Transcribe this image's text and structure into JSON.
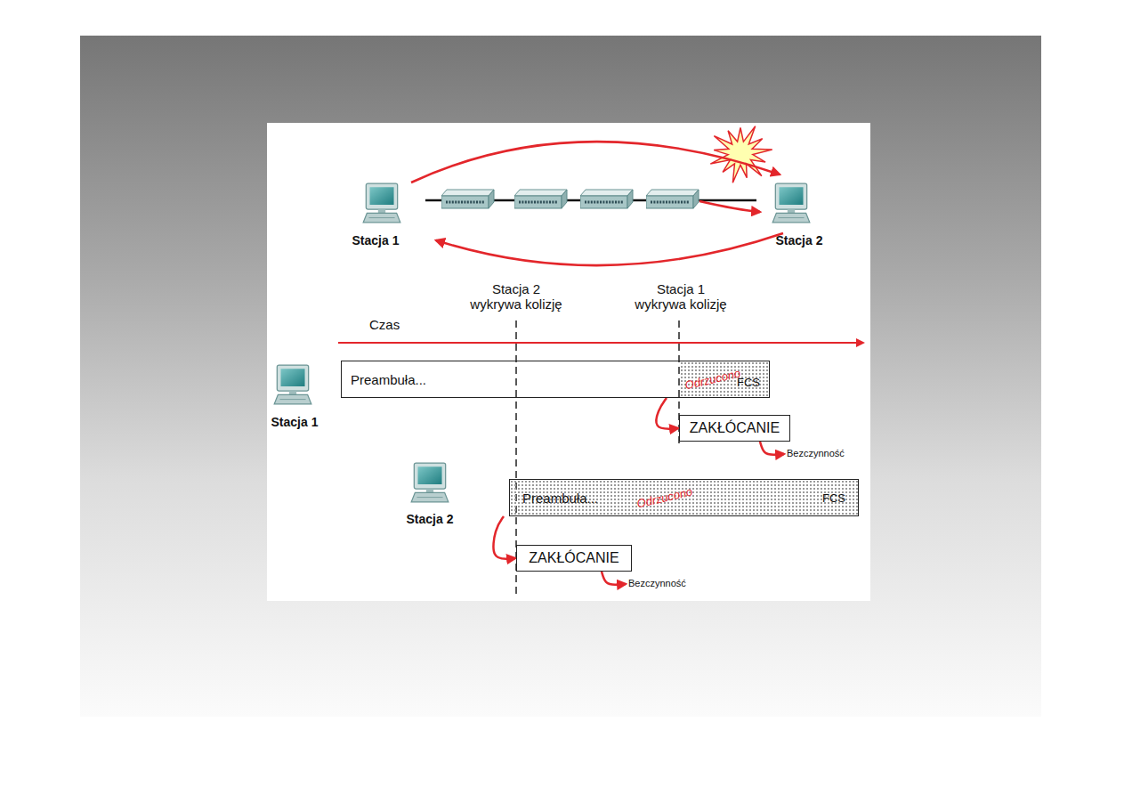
{
  "diagram": {
    "nodes": [
      {
        "text": [
          "Preambuła...",
          "Odrzucono",
          "FCS"
        ]
      },
      {
        "text": [
          "ZAKŁÓCANIE"
        ]
      },
      {
        "text": [
          "Preambuła...",
          "Odrzucono",
          "FCS"
        ]
      },
      {
        "text": [
          "ZAKŁÓCANIE"
        ]
      }
    ],
    "edges": [
      {
        "from": 0,
        "to": 1,
        "arrow": "to"
      },
      {
        "from": 2,
        "to": 3,
        "arrow": "to"
      }
    ],
    "labels": [
      "Stacja 1",
      "Stacja 2",
      "Stacja 2 wykrywa kolizję",
      "Stacja 1 wykrywa kolizję",
      "Czas",
      "Stacja 1",
      "Stacja 2",
      "Bezczynność",
      "Bezczynność"
    ]
  }
}
